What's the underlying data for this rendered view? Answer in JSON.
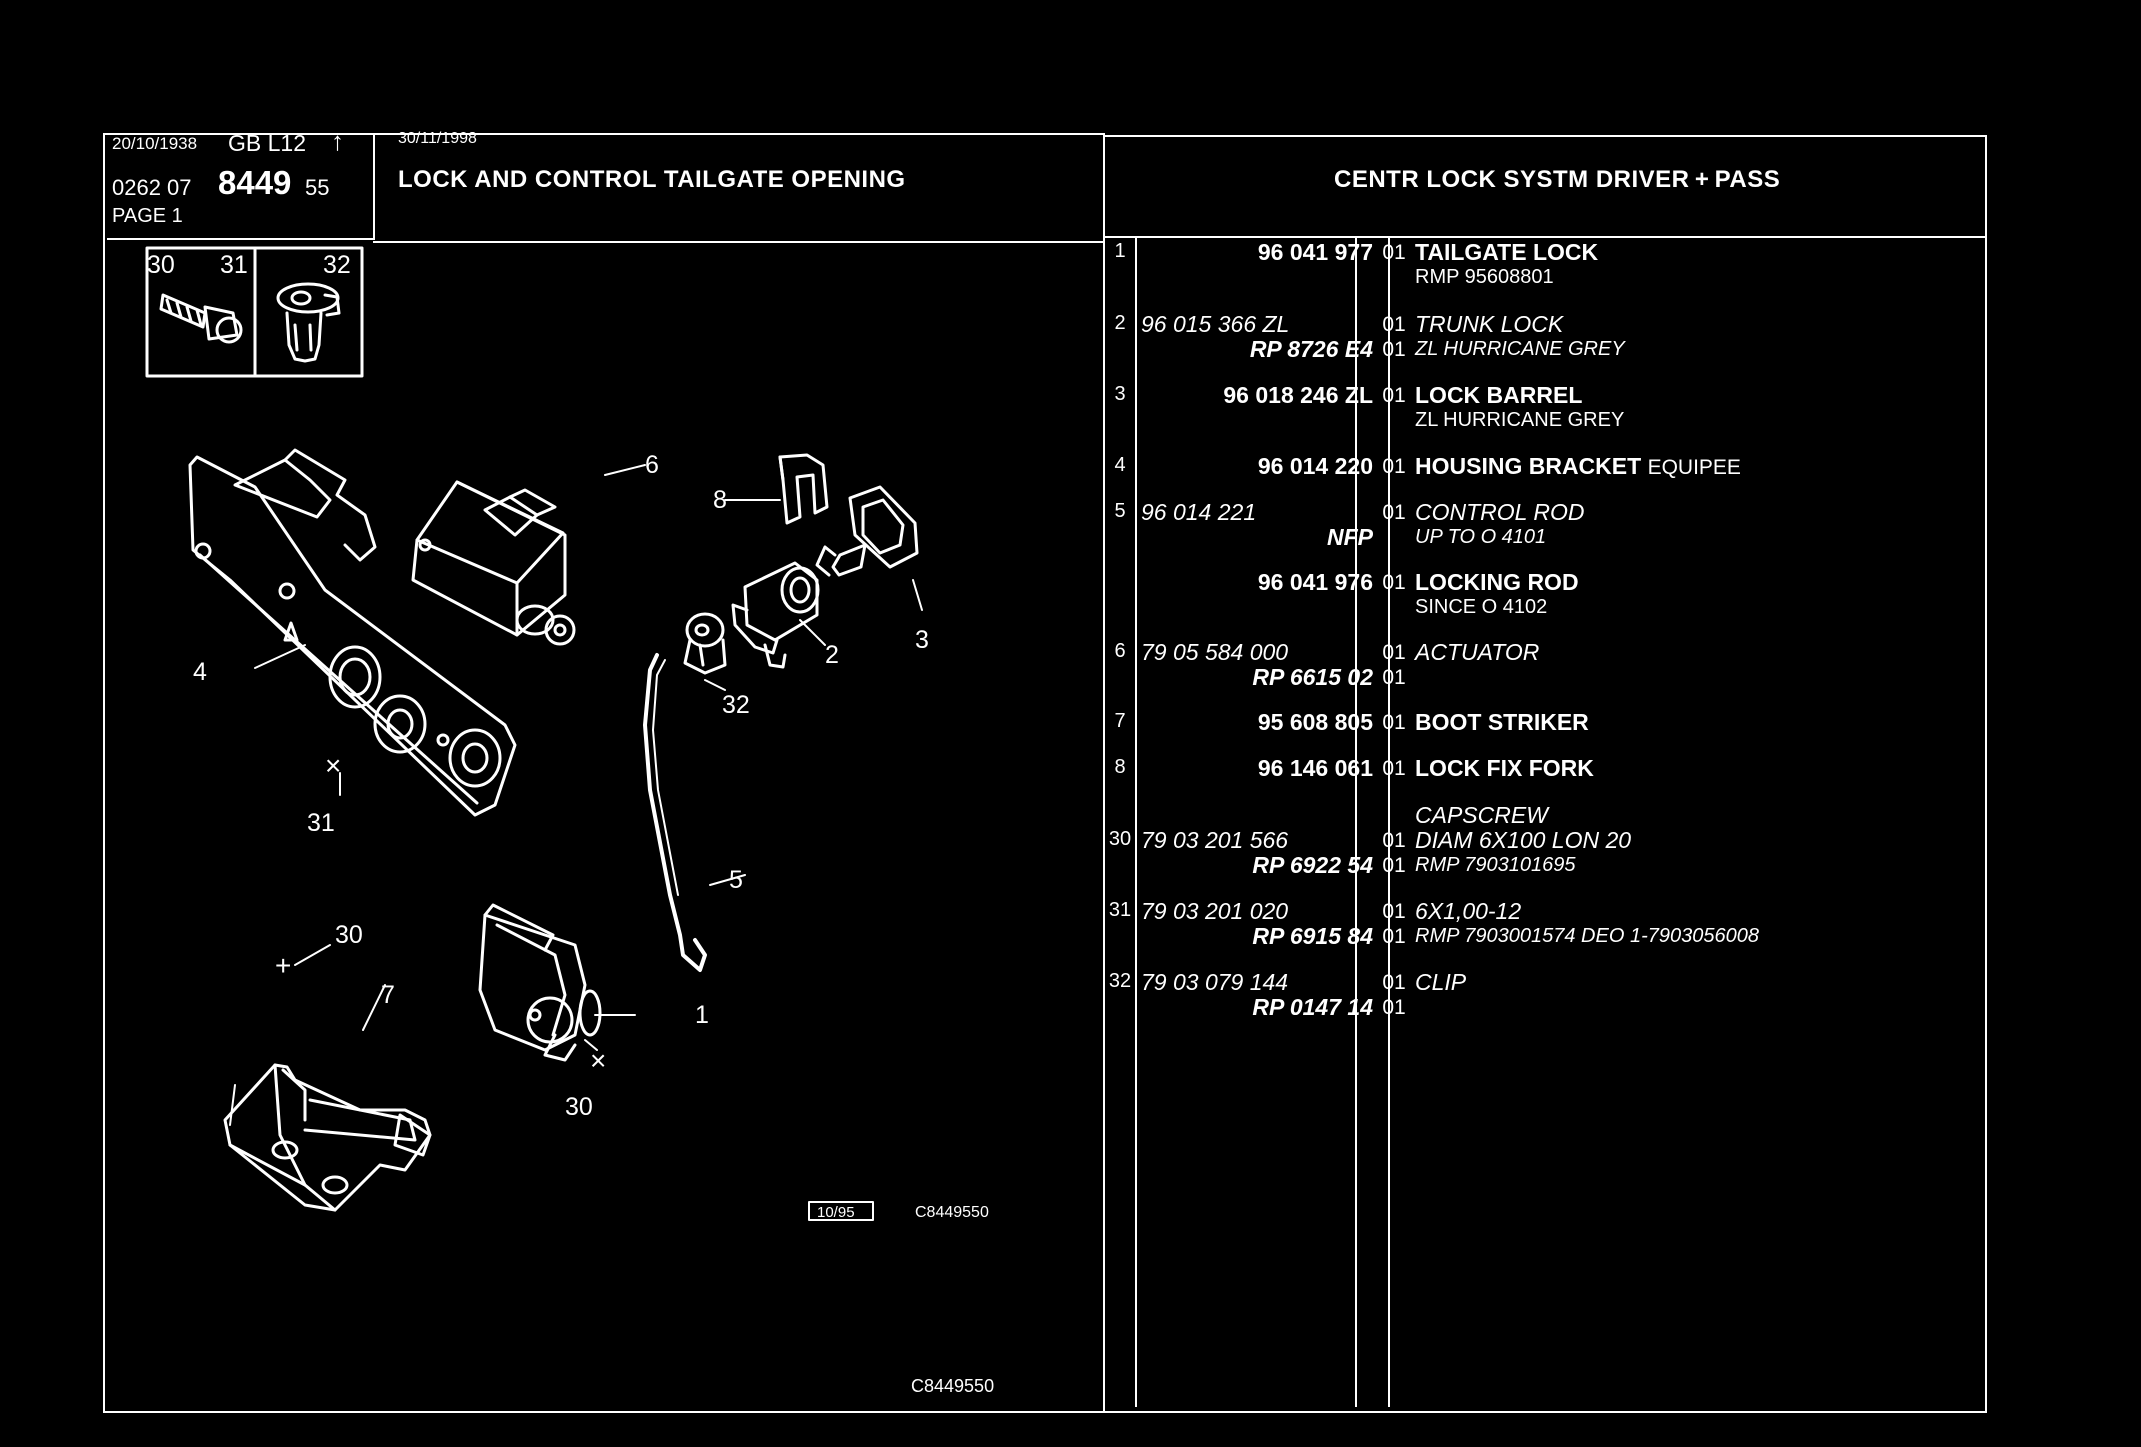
{
  "header": {
    "date1": "20/10/1938",
    "code1": "GB  L12",
    "ref_prefix": "0262  07",
    "ref_main": "8449",
    "ref_suffix": "55",
    "page": "PAGE  1",
    "date2": "30/11/1998",
    "title": "LOCK AND CONTROL TAILGATE OPENING",
    "right_title": "CENTR LOCK SYSTM DRIVER + PASS"
  },
  "icons_box": {
    "labels": [
      "30",
      "31",
      "32"
    ]
  },
  "diagram": {
    "labels": [
      "6",
      "8",
      "3",
      "2",
      "4",
      "32",
      "31",
      "5",
      "30",
      "7",
      "1",
      "30"
    ],
    "stamp": "10/95",
    "code": "C8449550",
    "footer_code": "C8449550"
  },
  "parts": [
    {
      "idx": "1",
      "ref1": "96 041 977",
      "ref2": "",
      "qty1": "01",
      "qty2": "",
      "desc1": "TAILGATE LOCK",
      "desc2": "RMP 95608801",
      "style": "bold"
    },
    {
      "idx": "2",
      "ref1": "96 015 366 ZL",
      "ref2": "RP  8726 E4",
      "qty1": "01",
      "qty2": "01",
      "desc1": "TRUNK LOCK",
      "desc2": "ZL HURRICANE GREY",
      "style": "italic"
    },
    {
      "idx": "3",
      "ref1": "96 018 246 ZL",
      "ref2": "",
      "qty1": "01",
      "qty2": "",
      "desc1": "LOCK BARREL",
      "desc2": "ZL HURRICANE GREY",
      "style": "bold"
    },
    {
      "idx": "4",
      "ref1": "96 014 220",
      "ref2": "",
      "qty1": "01",
      "qty2": "",
      "desc1": "HOUSING BRACKET",
      "desc1b": "EQUIPEE",
      "desc2": "",
      "style": "bold"
    },
    {
      "idx": "5",
      "ref1": "96 014 221",
      "ref2": "NFP",
      "qty1": "01",
      "qty2": "",
      "desc1": "CONTROL ROD",
      "desc2": "UP TO O 4101",
      "style": "italic"
    },
    {
      "idx": "",
      "ref1": "96 041 976",
      "ref2": "",
      "qty1": "01",
      "qty2": "",
      "desc1": "LOCKING ROD",
      "desc2": "SINCE O 4102",
      "style": "bold"
    },
    {
      "idx": "6",
      "ref1": "79 05 584 000",
      "ref2": "RP  6615 02",
      "qty1": "01",
      "qty2": "01",
      "desc1": "ACTUATOR",
      "desc2": "",
      "style": "italic"
    },
    {
      "idx": "7",
      "ref1": "95 608 805",
      "ref2": "",
      "qty1": "01",
      "qty2": "",
      "desc1": "BOOT STRIKER",
      "desc2": "",
      "style": "bold"
    },
    {
      "idx": "8",
      "ref1": "96 146 061",
      "ref2": "",
      "qty1": "01",
      "qty2": "",
      "desc1": "LOCK FIX FORK",
      "desc2": "",
      "style": "bold"
    },
    {
      "idx": "",
      "ref1": "",
      "ref2": "",
      "qty1": "",
      "qty2": "",
      "desc1": "CAPSCREW",
      "desc2": "",
      "style": "italic"
    },
    {
      "idx": "30",
      "ref1": "79 03 201 566",
      "ref2": "RP  6922 54",
      "qty1": "01",
      "qty2": "01",
      "desc1": "DIAM 6X100 LON 20",
      "desc2": "RMP 7903101695",
      "style": "italic"
    },
    {
      "idx": "31",
      "ref1": "79 03 201 020",
      "ref2": "RP  6915 84",
      "qty1": "01",
      "qty2": "01",
      "desc1": "6X1,00-12",
      "desc2": "RMP 7903001574 DEO 1-7903056008",
      "style": "italic"
    },
    {
      "idx": "32",
      "ref1": "79 03 079 144",
      "ref2": "RP  0147 14",
      "qty1": "01",
      "qty2": "01",
      "desc1": "CLIP",
      "desc2": "",
      "style": "italic"
    }
  ]
}
